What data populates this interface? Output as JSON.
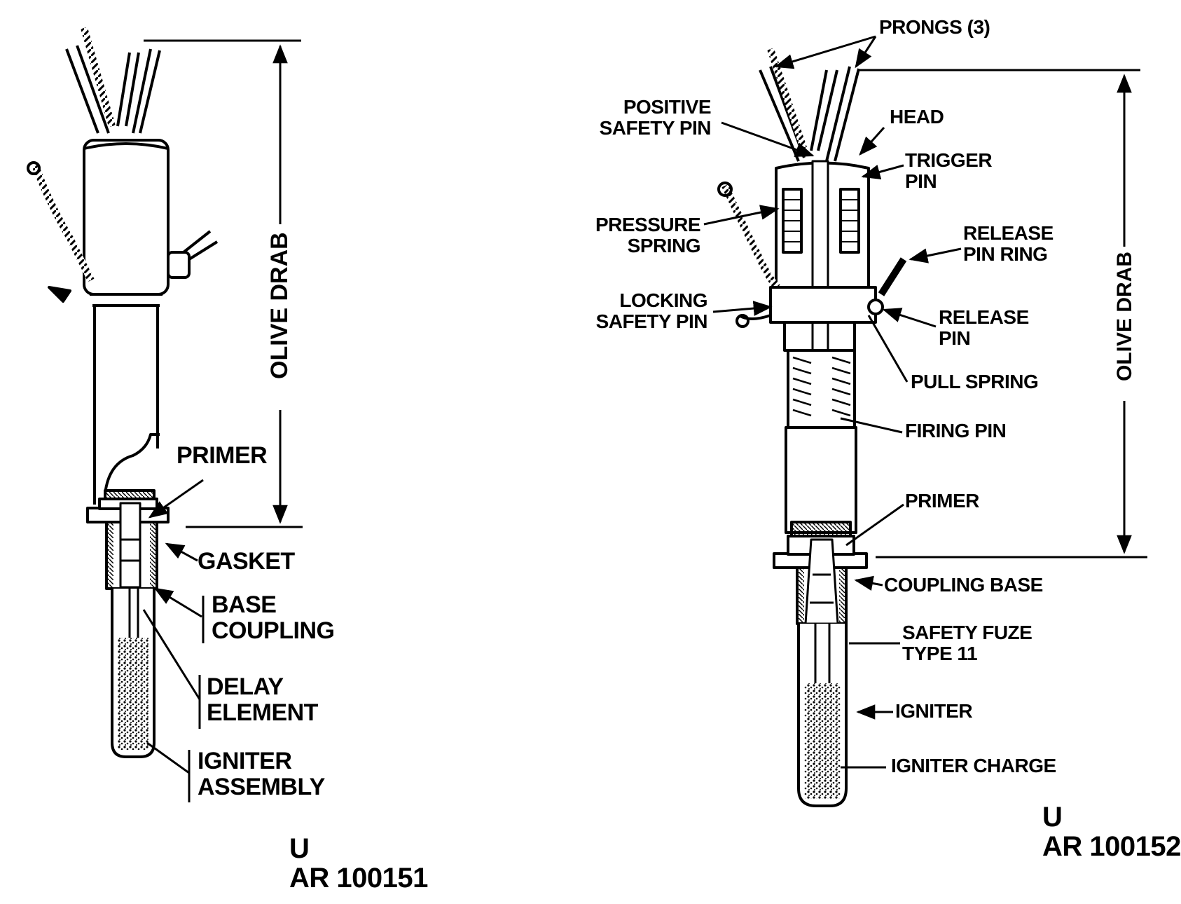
{
  "figure_left": {
    "dimension_label": "OLIVE DRAB",
    "labels": {
      "primer": "PRIMER",
      "gasket": "GASKET",
      "base_coupling": [
        "BASE",
        "COUPLING"
      ],
      "delay_element": [
        "DELAY",
        "ELEMENT"
      ],
      "igniter_assembly": [
        "IGNITER",
        "ASSEMBLY"
      ]
    },
    "code_letter": "U",
    "code_number": "AR 100151"
  },
  "figure_right": {
    "dimension_label": "OLIVE DRAB",
    "labels": {
      "prongs": "PRONGS (3)",
      "positive_safety_pin": [
        "POSITIVE",
        "SAFETY PIN"
      ],
      "head": "HEAD",
      "trigger_pin": [
        "TRIGGER",
        "PIN"
      ],
      "pressure_spring": [
        "PRESSURE",
        "SPRING"
      ],
      "release_pin_ring": [
        "RELEASE",
        "PIN RING"
      ],
      "locking_safety_pin": [
        "LOCKING",
        "SAFETY PIN"
      ],
      "release_pin": [
        "RELEASE",
        "PIN"
      ],
      "pull_spring": "PULL SPRING",
      "firing_pin": "FIRING PIN",
      "primer": "PRIMER",
      "coupling_base": "COUPLING BASE",
      "safety_fuze": [
        "SAFETY FUZE",
        "TYPE 11"
      ],
      "igniter": "IGNITER",
      "igniter_charge": "IGNITER CHARGE"
    },
    "code_letter": "U",
    "code_number": "AR 100152"
  },
  "colors": {
    "ink": "#000000",
    "paper": "#ffffff"
  }
}
